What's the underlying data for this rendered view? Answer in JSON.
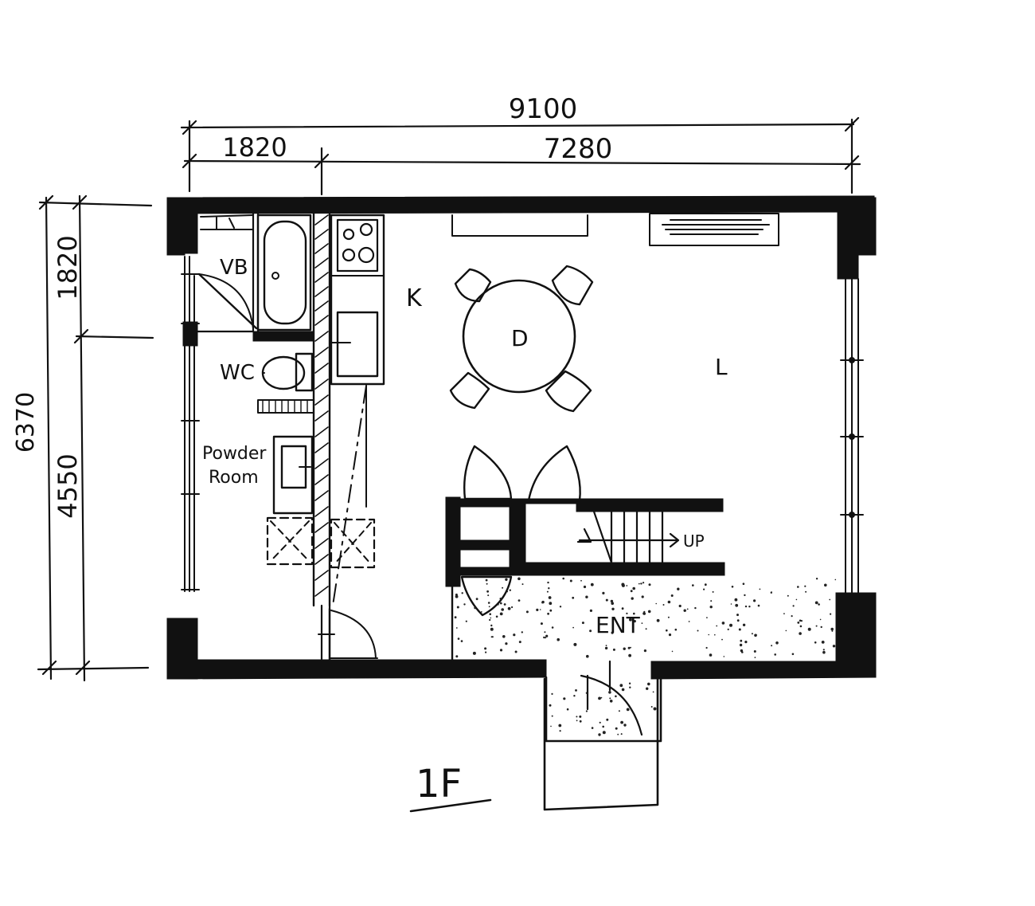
{
  "floor_label": "1F",
  "dimensions": {
    "overall_width": "9100",
    "left_width": "1820",
    "right_width": "7280",
    "overall_depth": "6370",
    "top_depth": "1820",
    "bottom_depth": "4550"
  },
  "rooms": {
    "bath": "VB",
    "toilet": "WC",
    "powder_line1": "Powder",
    "powder_line2": "Room",
    "kitchen": "K",
    "dining": "D",
    "living": "L",
    "entrance": "ENT"
  },
  "stairs_label": "UP"
}
